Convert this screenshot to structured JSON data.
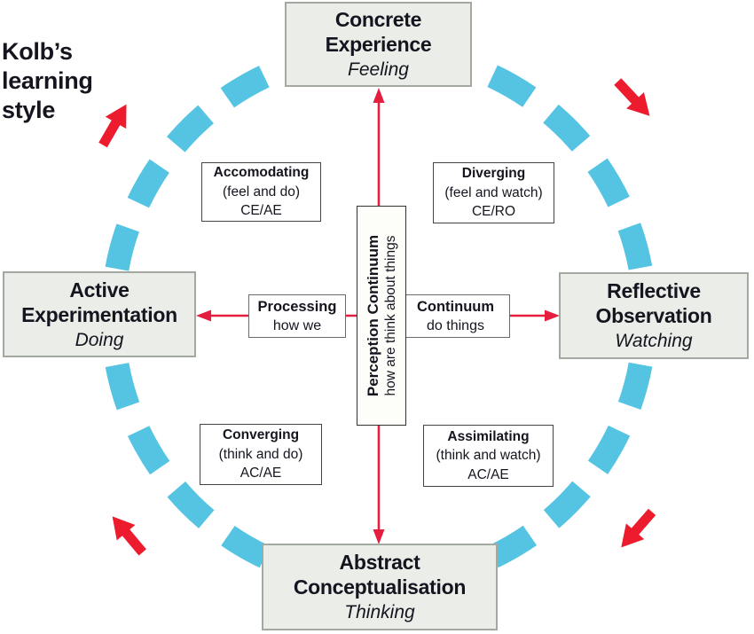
{
  "title": {
    "line1": "Kolb’s",
    "line2": "learning",
    "line3": "style"
  },
  "colors": {
    "dash_blue": "#55c4e3",
    "arrow_red": "#ec1b2d",
    "line_red": "#e51d3f",
    "stage_box_bg": "#eaede8",
    "stage_box_border": "#a3a8a1",
    "label_box_border": "#444444",
    "text_dark": "#15151f"
  },
  "stages": {
    "top": {
      "line1": "Concrete",
      "line2": "Experience",
      "mode": "Feeling"
    },
    "right": {
      "line1": "Reflective",
      "line2": "Observation",
      "mode": "Watching"
    },
    "bottom": {
      "line1": "Abstract",
      "line2": "Conceptualisation",
      "mode": "Thinking"
    },
    "left": {
      "line1": "Active",
      "line2": "Experimentation",
      "mode": "Doing"
    }
  },
  "styles": {
    "accommodating": {
      "name": "Accomodating",
      "pair": "(feel and do)",
      "code": "CE/AE"
    },
    "diverging": {
      "name": "Diverging",
      "pair": "(feel and watch)",
      "code": "CE/RO"
    },
    "converging": {
      "name": "Converging",
      "pair": "(think and do)",
      "code": "AC/AE"
    },
    "assimilating": {
      "name": "Assimilating",
      "pair": "(think and watch)",
      "code": "AC/AE"
    }
  },
  "axes": {
    "perception": {
      "title": "Perception Continuum",
      "caption": "how are think about things"
    },
    "processing": {
      "title": "Processing",
      "caption": "how we"
    },
    "continuum": {
      "title": "Continuum",
      "caption": "do things"
    }
  }
}
